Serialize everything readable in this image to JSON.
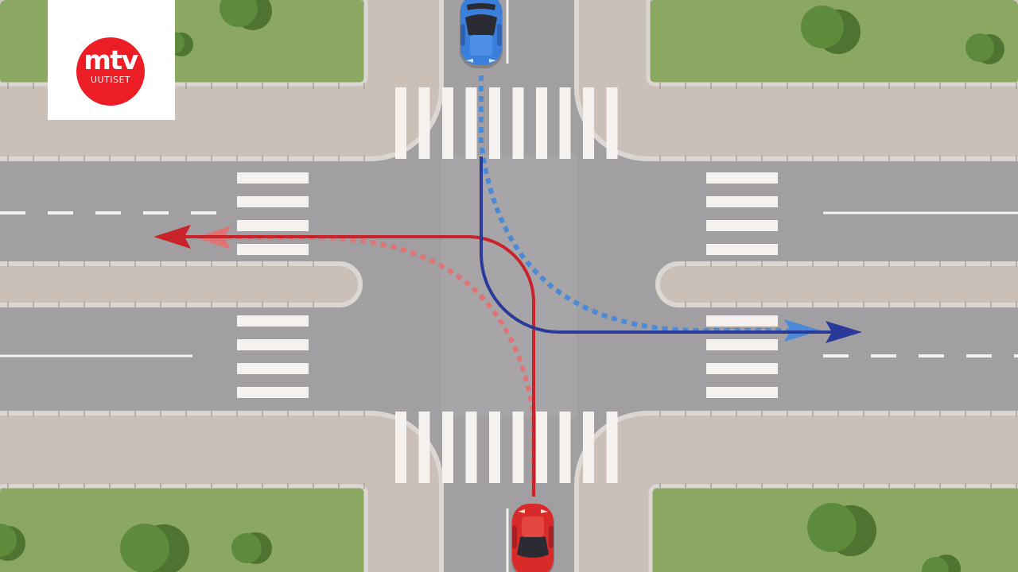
{
  "logo": {
    "brand": "mtv",
    "subtitle": "UUTISET",
    "color": "#ec1d24"
  },
  "colors": {
    "asphalt": "#a19fa1",
    "asphalt_center": "#a7a5a7",
    "sidewalk": "#cac0b8",
    "curb": "#dcd7d3",
    "grass": "#8aa862",
    "bush": "#5e8a3c",
    "marking": "#f4f1ef",
    "blue_car": "#3a7fdc",
    "red_car": "#d92a2a",
    "blue_solid": "#2a3a9a",
    "blue_dotted": "#4a8ad6",
    "red_solid": "#c8232b",
    "red_dotted": "#df7474"
  },
  "vehicles": [
    {
      "name": "blue-car",
      "color": "blue",
      "heading": "south"
    },
    {
      "name": "red-car",
      "color": "red",
      "heading": "north"
    }
  ],
  "paths": [
    {
      "name": "blue-solid-path",
      "vehicle": "blue-car",
      "style": "solid",
      "turn": "left",
      "exit": "east"
    },
    {
      "name": "blue-dotted-path",
      "vehicle": "blue-car",
      "style": "dotted",
      "turn": "left",
      "exit": "east"
    },
    {
      "name": "red-solid-path",
      "vehicle": "red-car",
      "style": "solid",
      "turn": "left",
      "exit": "west"
    },
    {
      "name": "red-dotted-path",
      "vehicle": "red-car",
      "style": "dotted",
      "turn": "left",
      "exit": "west"
    }
  ]
}
